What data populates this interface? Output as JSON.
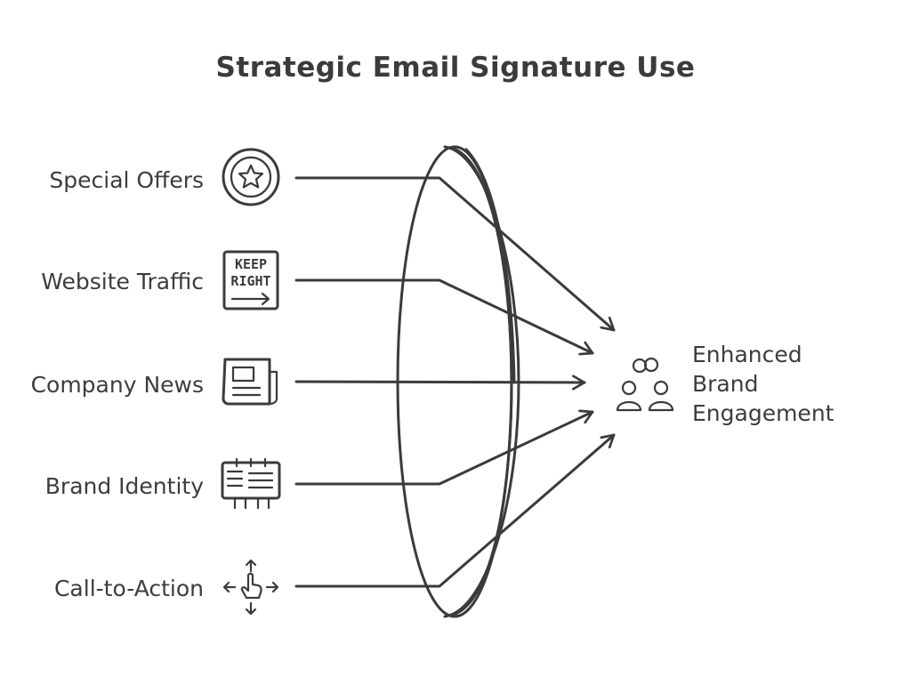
{
  "title": "Strategic Email Signature Use",
  "inputs": [
    {
      "label": "Special Offers",
      "icon": "star-badge-icon"
    },
    {
      "label": "Website Traffic",
      "icon": "keep-right-sign-icon"
    },
    {
      "label": "Company News",
      "icon": "newspaper-icon"
    },
    {
      "label": "Brand Identity",
      "icon": "billboard-icon"
    },
    {
      "label": "Call-to-Action",
      "icon": "pointer-arrows-icon"
    }
  ],
  "sign": {
    "line1": "KEEP",
    "line2": "RIGHT"
  },
  "output": {
    "lines": [
      "Enhanced",
      "Brand",
      "Engagement"
    ],
    "icon": "linked-people-icon"
  },
  "colors": {
    "stroke": "#3b3b3b",
    "background": "#ffffff"
  }
}
